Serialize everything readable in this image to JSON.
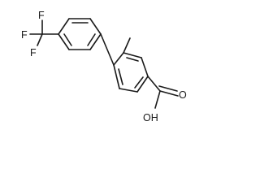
{
  "molecule": {
    "atom_labels": {
      "fluorine_1": "F",
      "fluorine_2": "F",
      "fluorine_3": "F",
      "carbonyl_oxygen": "O",
      "hydroxyl": "OH"
    }
  }
}
